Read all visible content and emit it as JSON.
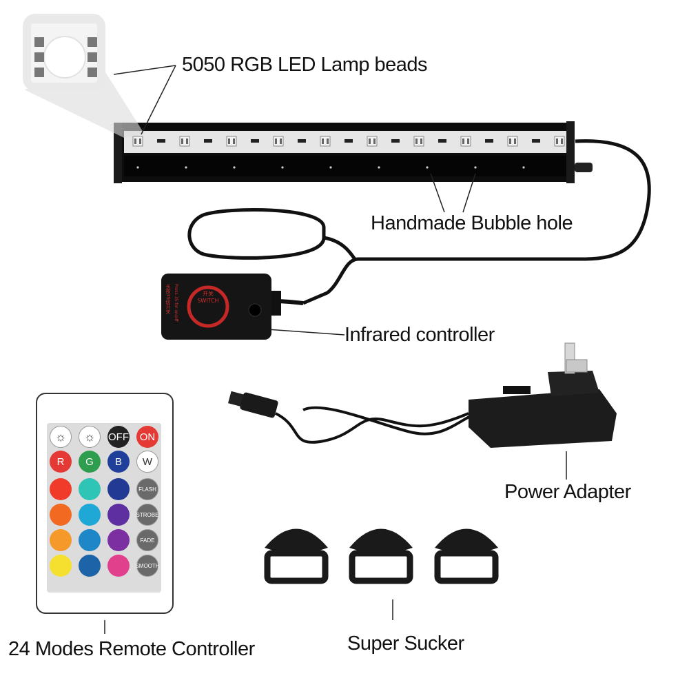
{
  "labels": {
    "lamp_beads": "5050 RGB LED Lamp beads",
    "bubble_hole": "Handmade Bubble hole",
    "infrared_controller": "Infrared controller",
    "power_adapter": "Power Adapter",
    "super_sucker": "Super Sucker",
    "remote_controller": "24 Modes Remote Controller"
  },
  "controller_box": {
    "text_cn": "开关",
    "text_switch": "SWITCH",
    "text_line": "长按3S切开关",
    "text_press": "Press 3S for on/off"
  },
  "remote": {
    "row1": [
      {
        "label": "☼",
        "icon": "brightness-up-icon",
        "style": "bright"
      },
      {
        "label": "☼",
        "icon": "brightness-down-icon",
        "style": "bright"
      },
      {
        "label": "OFF",
        "color": "#222222"
      },
      {
        "label": "ON",
        "color": "#e53935"
      }
    ],
    "row2": [
      {
        "label": "R",
        "color": "#e53935"
      },
      {
        "label": "G",
        "color": "#2e9e4e"
      },
      {
        "label": "B",
        "color": "#1f3f9a"
      },
      {
        "label": "W",
        "color": "#ffffff"
      }
    ],
    "color_rows": [
      [
        "#f03b2a",
        "#2ec4b6",
        "#233a94"
      ],
      [
        "#f26a22",
        "#1fa8d6",
        "#5d2fa0"
      ],
      [
        "#f59a2a",
        "#1f86c8",
        "#7b2fa0"
      ],
      [
        "#f5e030",
        "#1c63a8",
        "#e0408c"
      ]
    ],
    "function_keys": [
      "FLASH",
      "STROBE",
      "FADE",
      "SMOOTH"
    ]
  }
}
